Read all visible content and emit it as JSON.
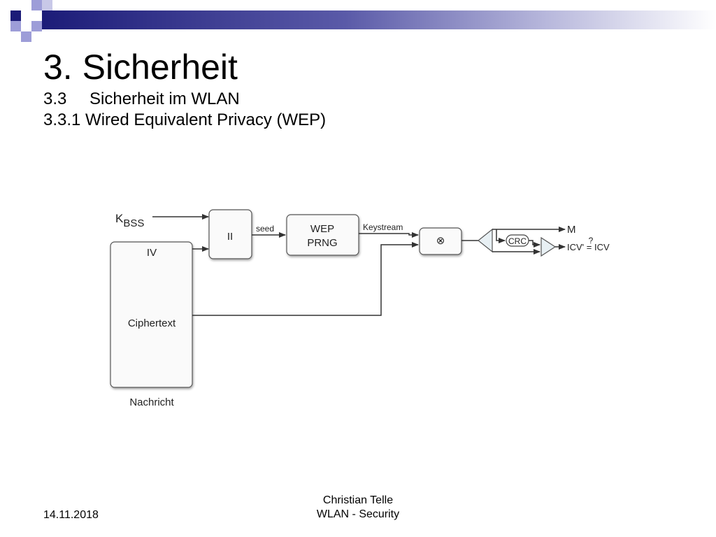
{
  "slide": {
    "title": "3. Sicherheit",
    "subtitle_number": "3.3",
    "subtitle_text": "Sicherheit im WLAN",
    "subsubtitle": "3.3.1 Wired Equivalent Privacy (WEP)"
  },
  "diagram": {
    "k_label": "K",
    "k_subscript": "BSS",
    "concat_label": "II",
    "seed_label": "seed",
    "prng_line1": "WEP",
    "prng_line2": "PRNG",
    "keystream_label": "Keystream",
    "xor_symbol": "⊗",
    "crc_label": "CRC",
    "m_label": "M",
    "compare_question": "?",
    "compare_label": "ICV' = ICV",
    "iv_label": "IV",
    "ciphertext_label": "Ciphertext",
    "message_label": "Nachricht"
  },
  "footer": {
    "date": "14.11.2018",
    "author": "Christian Telle",
    "topic": "WLAN - Security"
  },
  "colors": {
    "navy": "#1c1c78",
    "lavender": "#9d9dd8",
    "box_fill": "#fafafa",
    "line": "#333333"
  }
}
